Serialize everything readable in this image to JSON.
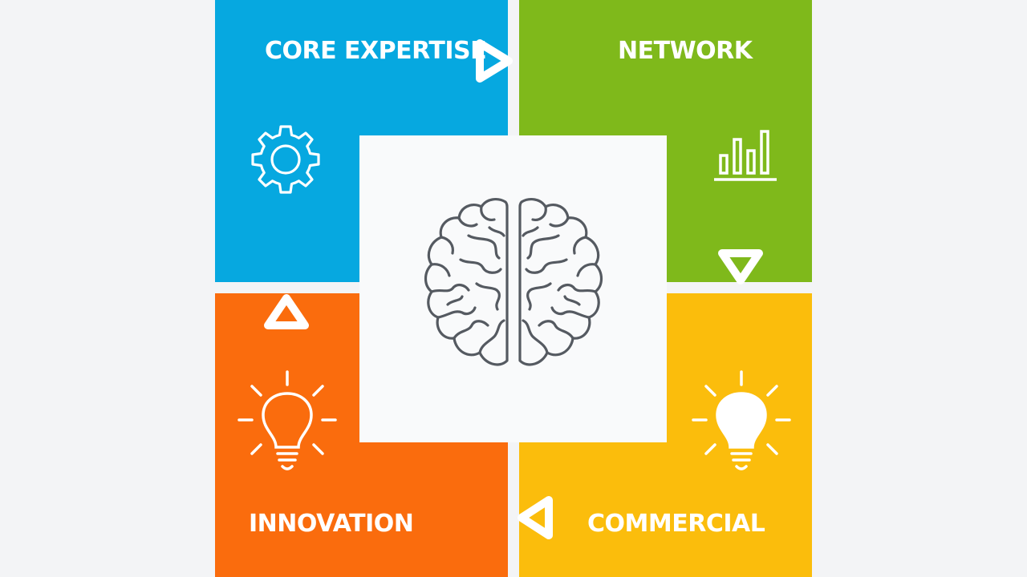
{
  "quadrants": [
    {
      "id": "core-expertise",
      "label": "CORE EXPERTISE",
      "color": "#06a8e0",
      "icon": "gear-icon"
    },
    {
      "id": "network",
      "label": "NETWORK",
      "color": "#7fb91b",
      "icon": "bar-chart-icon"
    },
    {
      "id": "innovation",
      "label": "INNOVATION",
      "color": "#fa6c0d",
      "icon": "lightbulb-outline-icon"
    },
    {
      "id": "commercial",
      "label": "COMMERCIAL",
      "color": "#fbbd0c",
      "icon": "lightbulb-filled-icon"
    }
  ],
  "center": {
    "icon": "brain-icon",
    "background": "#f9fafb"
  },
  "connectors": [
    "arrow-right-connector-icon",
    "arrow-down-connector-icon",
    "arrow-up-connector-icon",
    "arrow-left-connector-icon"
  ]
}
